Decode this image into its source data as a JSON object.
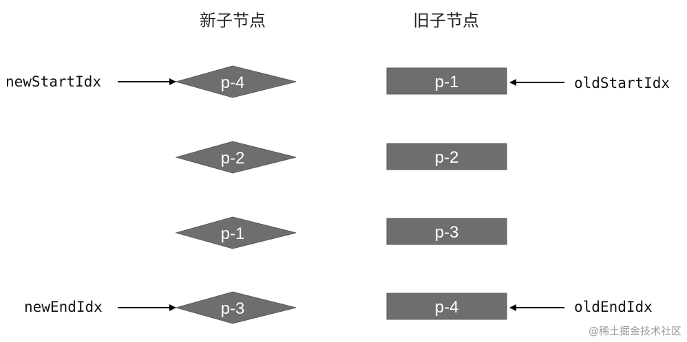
{
  "headers": {
    "new_children": "新子节点",
    "old_children": "旧子节点"
  },
  "new_nodes": [
    "p-4",
    "p-2",
    "p-1",
    "p-3"
  ],
  "old_nodes": [
    "p-1",
    "p-2",
    "p-3",
    "p-4"
  ],
  "pointers": {
    "new_start": "newStartIdx",
    "new_end": "newEndIdx",
    "old_start": "oldStartIdx",
    "old_end": "oldEndIdx"
  },
  "watermark": "@稀土掘金技术社区",
  "colors": {
    "node_fill": "#6e6e6e",
    "node_stroke": "#5a5a5a",
    "arrow": "#000000"
  }
}
